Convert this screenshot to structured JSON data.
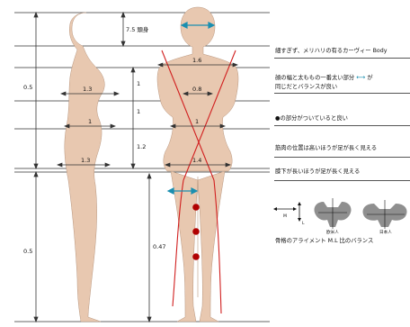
{
  "figure": {
    "left_scale": {
      "upper_ratio": "0.5",
      "lower_ratio": "0.5"
    },
    "side_view": {
      "bust_ratio": "1.3",
      "waist_ratio": "1",
      "hip_ratio": "1.3"
    },
    "front_view": {
      "head_label": "7.5 頭身",
      "shoulder_ratio": "1.6",
      "neck_gap_ratio": "0.8",
      "waist_ratio": "1",
      "hip_ratio": "1.4",
      "segment_ratios": [
        "1",
        "1",
        "1.2"
      ],
      "leg_ratio": "0.47"
    },
    "colors": {
      "body": "#e8c8b0",
      "axis_red": "#d11f1f",
      "arrow_blue": "#1a8fb0",
      "line": "#333333"
    }
  },
  "notes": [
    "細すぎず、メリハリの有るカーヴィー Body",
    "顔の幅と太ももの一番太い部分",
    "が",
    "同じだとバランスが良い",
    "●の部分がついていると良い",
    "筋肉の位置は高いほうが足が長く見える",
    "膝下が長いほうが足が長く見える",
    "骨格のアライメント M.L 比のバランス"
  ],
  "icons": {
    "m_label": "M",
    "l_label": "L",
    "pelvis_left_label": "欧米人",
    "pelvis_right_label": "日本人"
  }
}
